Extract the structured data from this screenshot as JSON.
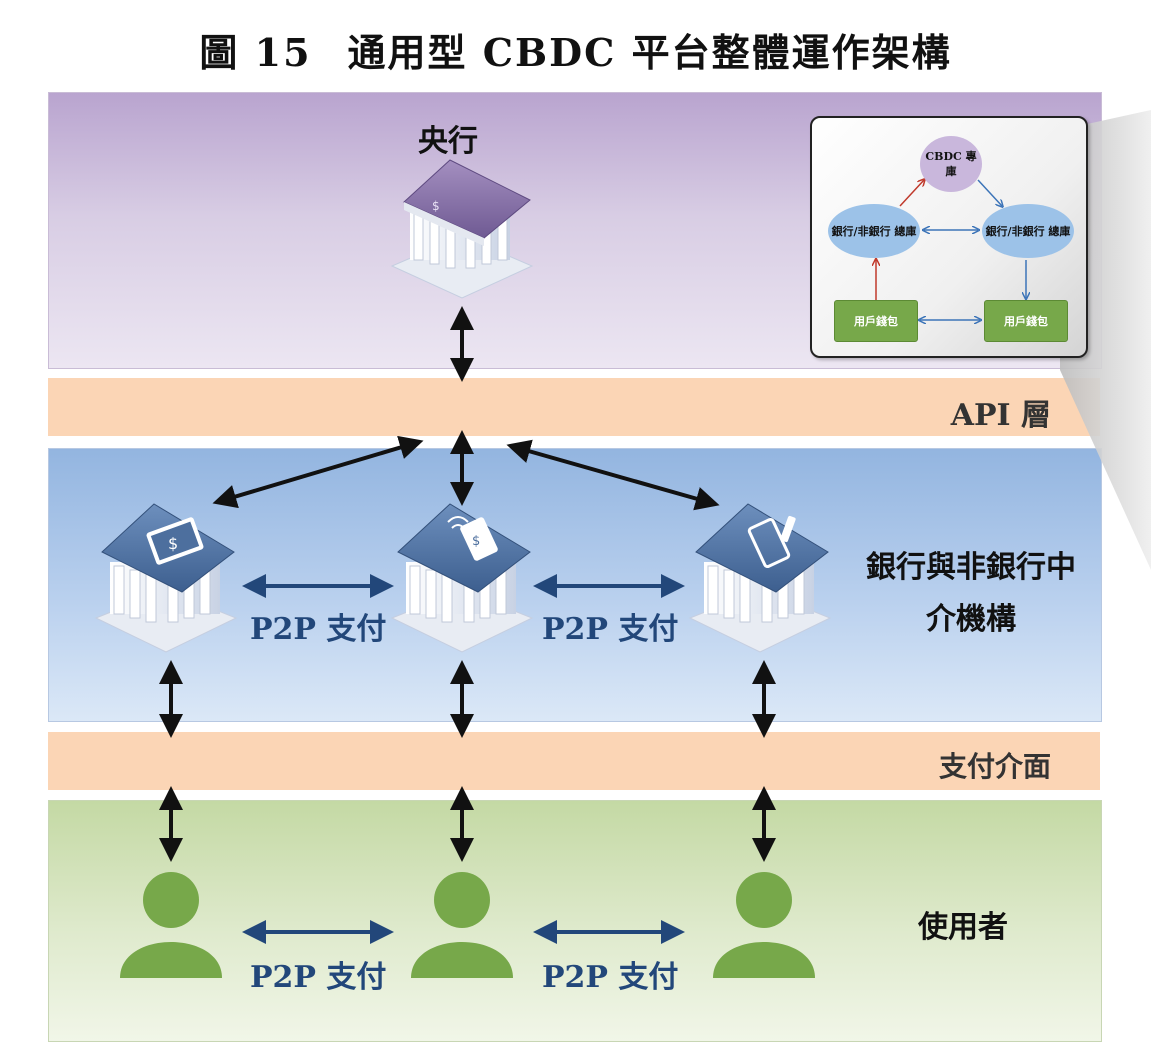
{
  "title": {
    "number": "圖 15",
    "text": "通用型 CBDC 平台整體運作架構"
  },
  "layers": {
    "central_bank": "央行",
    "api_layer": "API  層",
    "intermediaries": "銀行與非銀行中介機構",
    "payment_interface": "支付介面",
    "users": "使用者"
  },
  "p2p_label": "P2P 支付",
  "inset": {
    "cbdc_db": "CBDC 專庫",
    "ledger_left": "銀行/非銀行 總庫",
    "ledger_right": "銀行/非銀行 總庫",
    "wallet_left": "用戶錢包",
    "wallet_right": "用戶錢包"
  },
  "colors": {
    "central_band": "#b9a4cf",
    "api_band": "#fbd5b5",
    "intermediary_band": "#93b5e0",
    "user_band": "#c4d9a4",
    "p2p_text": "#22477a",
    "user_icon": "#77a84a",
    "inset_red_arrow": "#c0392b",
    "inset_blue_arrow": "#3c74b8"
  },
  "icons": {
    "central_bank": "bank-building-icon",
    "intermediary_1": "bank-monitor-dollar-icon",
    "intermediary_2": "bank-card-tap-icon",
    "intermediary_3": "bank-phone-icon",
    "user": "person-icon"
  }
}
